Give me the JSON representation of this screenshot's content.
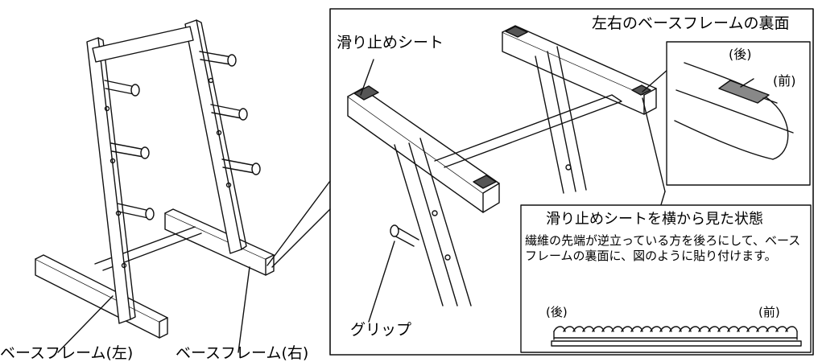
{
  "labels": {
    "slip_sheet": "滑り止めシート",
    "underside_title": "左右のベースフレームの裏面",
    "back_paren": "(後)",
    "front_paren": "(前)",
    "side_view_title": "滑り止めシートを横から見た状態",
    "side_view_text": "繊維の先端が逆立っている方を後ろにして、ベースフレームの裏面に、図のように貼り付けます。",
    "side_back": "(後)",
    "side_front": "(前)",
    "grip": "グリップ",
    "base_frame_left_bottom": "ベースフレーム(左)",
    "base_frame_right_bottom": "ベースフレーム(右)"
  }
}
